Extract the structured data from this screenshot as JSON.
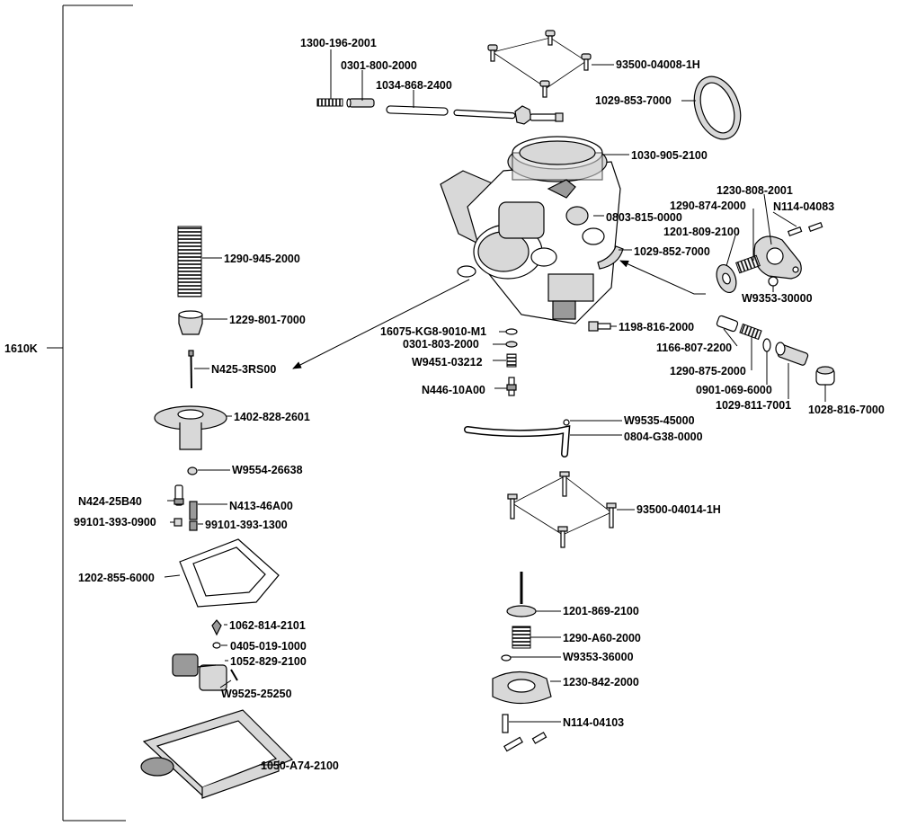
{
  "assembly": {
    "label": "1610K"
  },
  "parts": {
    "p1300_196_2001": "1300-196-2001",
    "p0301_800_2000": "0301-800-2000",
    "p1034_868_2400": "1034-868-2400",
    "p93500_04008_1H": "93500-04008-1H",
    "p1029_853_7000": "1029-853-7000",
    "p1030_905_2100": "1030-905-2100",
    "p1230_808_2001": "1230-808-2001",
    "p1290_874_2000": "1290-874-2000",
    "pN114_04083": "N114-04083",
    "p0803_815_0000": "0803-815-0000",
    "p1201_809_2100": "1201-809-2100",
    "p1029_852_7000": "1029-852-7000",
    "pW9353_30000": "W9353-30000",
    "p1290_945_2000": "1290-945-2000",
    "p1229_801_7000": "1229-801-7000",
    "pN425_3RS00": "N425-3RS00",
    "p1402_828_2601": "1402-828-2601",
    "p16075_KG8_9010_M1": "16075-KG8-9010-M1",
    "p0301_803_2000": "0301-803-2000",
    "pW9451_03212": "W9451-03212",
    "pN446_10A00": "N446-10A00",
    "p1198_816_2000": "1198-816-2000",
    "p1166_807_2200": "1166-807-2200",
    "p1290_875_2000": "1290-875-2000",
    "p0901_069_6000": "0901-069-6000",
    "p1029_811_7001": "1029-811-7001",
    "p1028_816_7000": "1028-816-7000",
    "pW9535_45000": "W9535-45000",
    "p0804_G38_0000": "0804-G38-0000",
    "pW9554_26638": "W9554-26638",
    "pN424_25B40": "N424-25B40",
    "pN413_46A00": "N413-46A00",
    "p99101_393_0900": "99101-393-0900",
    "p99101_393_1300": "99101-393-1300",
    "p93500_04014_1H": "93500-04014-1H",
    "p1202_855_6000": "1202-855-6000",
    "p1201_869_2100": "1201-869-2100",
    "p1062_814_2101": "1062-814-2101",
    "p1290_A60_2000": "1290-A60-2000",
    "p0405_019_1000": "0405-019-1000",
    "pW9353_36000": "W9353-36000",
    "p1052_829_2100": "1052-829-2100",
    "p1230_842_2000": "1230-842-2000",
    "pW9525_25250": "W9525-25250",
    "pN114_04103": "N114-04103",
    "p1050_A74_2100": "1050-A74-2100"
  }
}
